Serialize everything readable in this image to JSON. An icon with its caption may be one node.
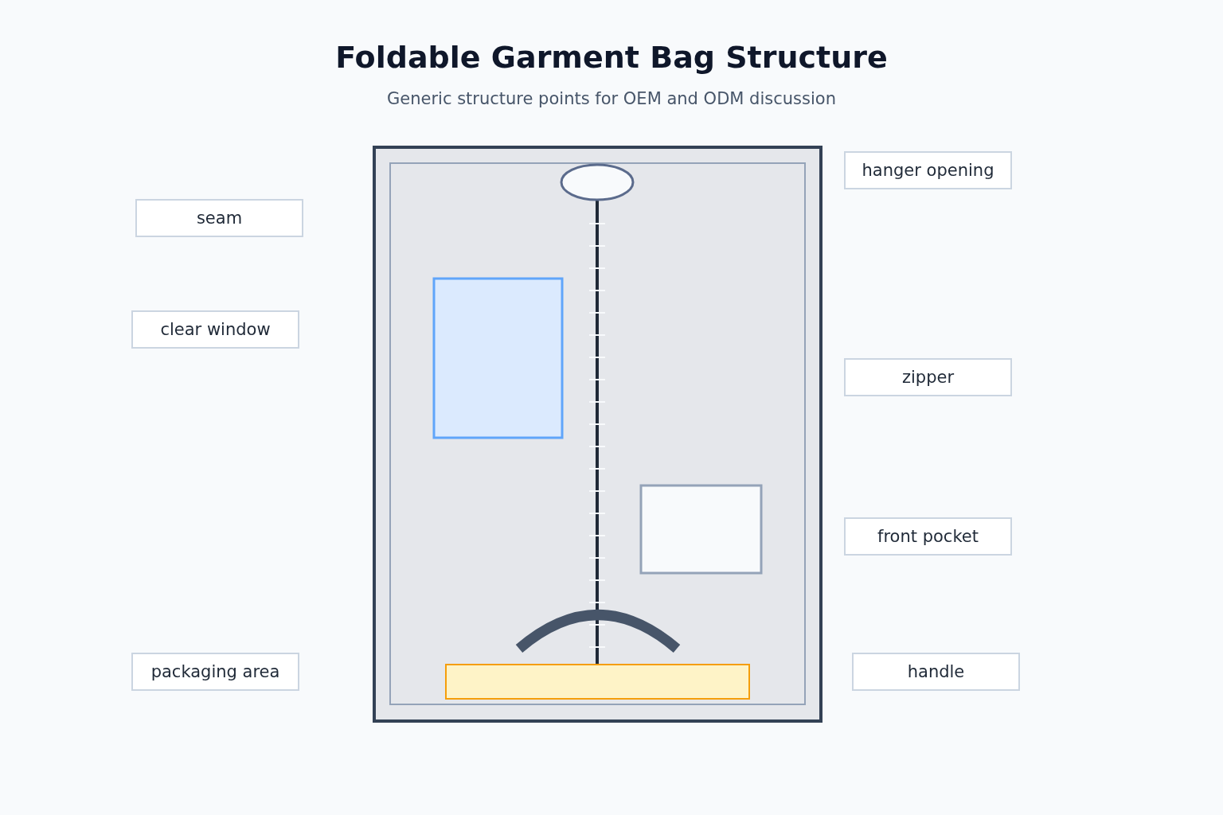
{
  "diagram": {
    "title": "Foldable Garment Bag Structure",
    "nodes": [
      {
        "text": [
          "seam"
        ]
      },
      {
        "text": [
          "clear window"
        ]
      },
      {
        "text": [
          "packaging area"
        ]
      },
      {
        "text": [
          "hanger opening"
        ]
      },
      {
        "text": [
          "zipper"
        ]
      },
      {
        "text": [
          "front pocket"
        ]
      },
      {
        "text": [
          "handle"
        ]
      }
    ],
    "labels": [
      "Generic structure points for OEM and ODM discussion"
    ]
  }
}
